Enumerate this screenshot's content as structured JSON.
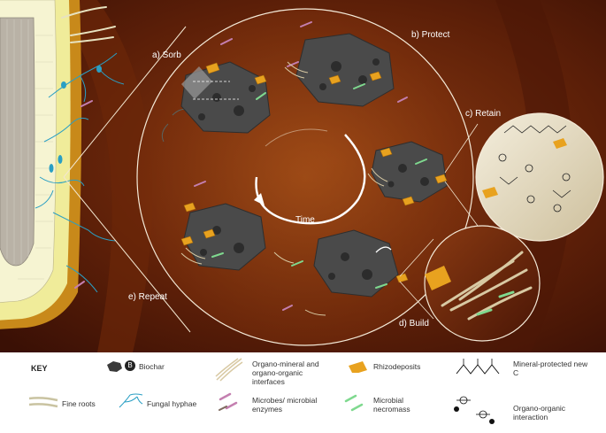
{
  "stages": {
    "sorb": "a) Sorb",
    "protect": "b) Protect",
    "retain": "c) Retain",
    "build": "d) Build",
    "repeat": "e) Repeat",
    "cycle": "Time"
  },
  "key": {
    "title": "KEY",
    "biochar": "Biochar",
    "biochar_badge": "B",
    "interfaces": "Organo-mineral and organo-organic interfaces",
    "rhizodeposits": "Rhizodeposits",
    "mineral_c": "Mineral-protected new C",
    "fine_roots": "Fine roots",
    "hyphae": "Fungal hyphae",
    "microbes": "Microbes/ microbial enzymes",
    "necromass": "Microbial necromass",
    "organo_interaction": "Organo-organic interaction"
  },
  "colors": {
    "soil_dark": "#3b1206",
    "soil_mid": "#7a2e0c",
    "root_tissue": "#f3f1c8",
    "hyphae": "#2a8fb0",
    "rhizodeposit": "#e8a21f",
    "microbe": "#c47fb0",
    "necromass": "#7fd98f",
    "interface": "#d8c9a3",
    "biochar": "#4a4a4a"
  }
}
